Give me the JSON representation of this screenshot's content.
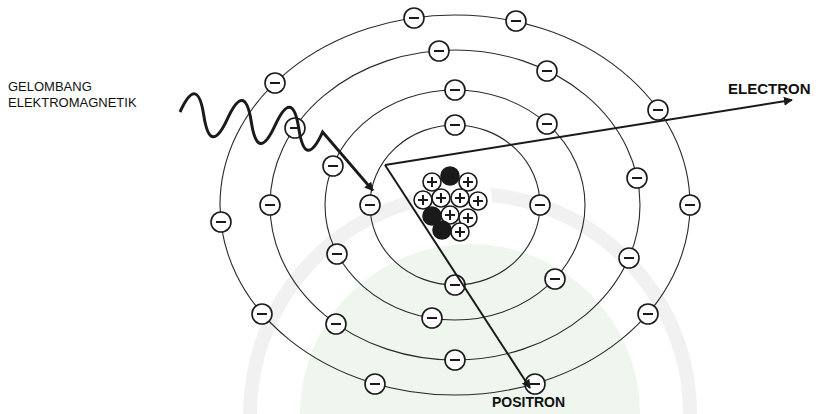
{
  "diagram": {
    "labels": [
      "GELOMBANG ELEKTROMAGNETIK",
      "ELECTRON",
      "POSITRON"
    ]
  }
}
